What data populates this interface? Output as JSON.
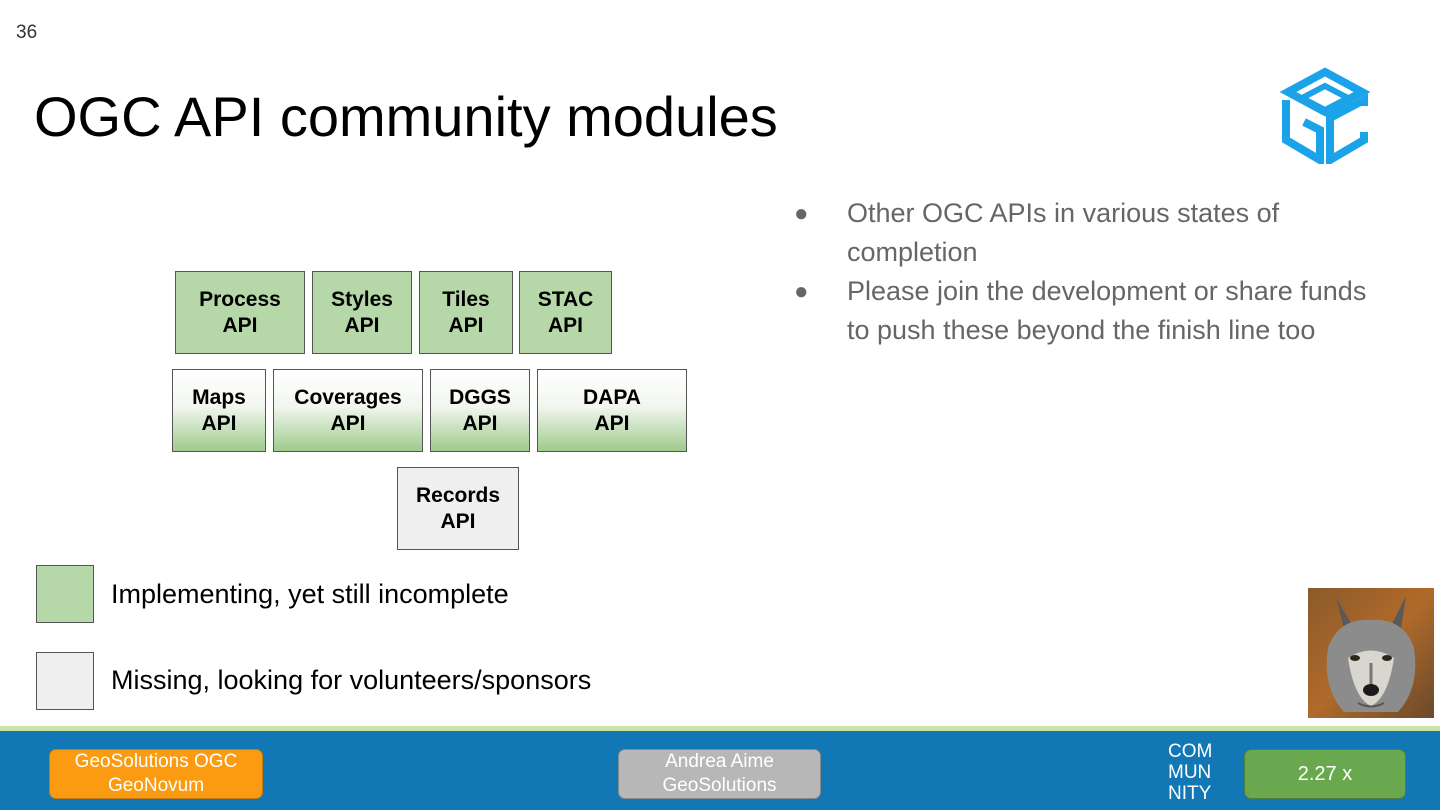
{
  "slide": {
    "number": "36",
    "title": "OGC API community modules"
  },
  "apis": {
    "process": {
      "line1": "Process",
      "line2": "API"
    },
    "styles": {
      "line1": "Styles",
      "line2": "API"
    },
    "tiles": {
      "line1": "Tiles",
      "line2": "API"
    },
    "stac": {
      "line1": "STAC",
      "line2": "API"
    },
    "maps": {
      "line1": "Maps",
      "line2": "API"
    },
    "coverages": {
      "line1": "Coverages",
      "line2": "API"
    },
    "dggs": {
      "line1": "DGGS",
      "line2": "API"
    },
    "dapa": {
      "line1": "DAPA",
      "line2": "API"
    },
    "records": {
      "line1": "Records",
      "line2": "API"
    }
  },
  "bullets": [
    "Other OGC APIs in various states of completion",
    "Please join the development or share funds to push these beyond the finish line too"
  ],
  "legend": {
    "implementing": "Implementing, yet still incomplete",
    "missing": "Missing, looking for volunteers/sponsors"
  },
  "colors": {
    "implementing": "#b6d7a8",
    "missing": "#efefef",
    "footer": "#1177b5",
    "logo": "#1aa3e8"
  },
  "footer": {
    "left_line1": "GeoSolutions OGC",
    "left_line2": "GeoNovum",
    "center_line1": "Andrea Aime",
    "center_line2": "GeoSolutions",
    "community_1": "COM",
    "community_2": "MUN",
    "community_3": "NITY",
    "right": "2.27 x"
  },
  "icons": {
    "logo": "ogc-logo-icon",
    "photo": "wolf-photo"
  }
}
